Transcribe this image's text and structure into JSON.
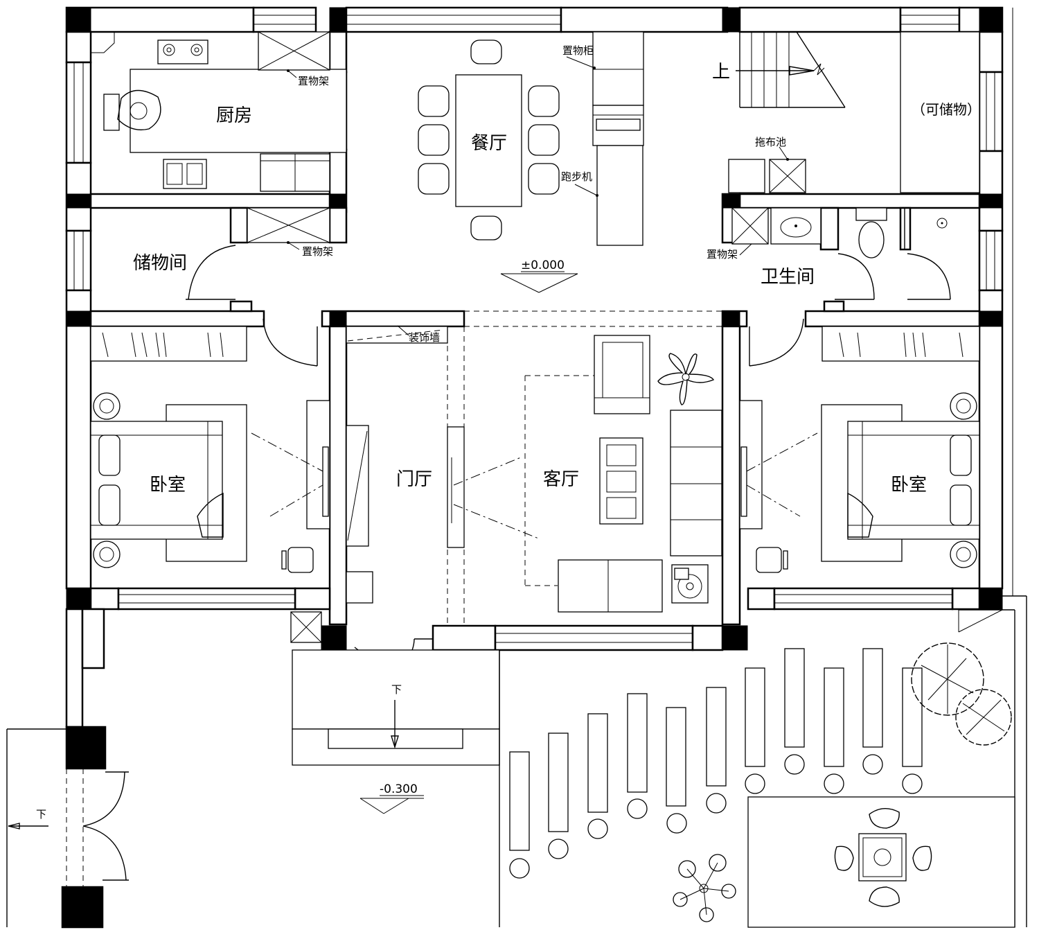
{
  "rooms": {
    "kitchen": "厨房",
    "dining": "餐厅",
    "storage_room": "储物间",
    "bathroom": "卫生间",
    "bedroom_left": "卧室",
    "bedroom_right": "卧室",
    "foyer": "门厅",
    "living": "客厅",
    "storable": "（可储物）"
  },
  "labels": {
    "shelf_kitchen": "置物架",
    "shelf_storage": "置物架",
    "shelf_bath": "置物架",
    "cabinet": "置物柜",
    "treadmill": "跑步机",
    "mop_sink": "拖布池",
    "decor_wall": "装饰墙",
    "stair_up": "上",
    "stair_down_entry": "下",
    "stair_down_left": "下"
  },
  "levels": {
    "floor": "±0.000",
    "porch": "-0.300"
  }
}
